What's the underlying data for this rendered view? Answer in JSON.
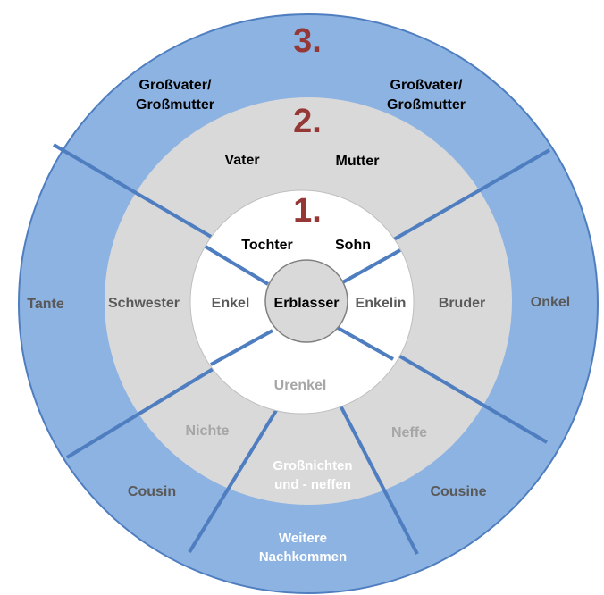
{
  "colors": {
    "outer_ring": "#8db3e2",
    "outer_stroke": "#4f7ec0",
    "middle_ring": "#d9d9d9",
    "inner_ring": "#ffffff",
    "center": "#d9d9d9",
    "order_number": "#953735",
    "dark_text": "#000000",
    "grey_text": "#595959",
    "light_text": "#a6a6a6",
    "white_text": "#ffffff"
  },
  "order_labels": {
    "first": "1.",
    "second": "2.",
    "third": "3."
  },
  "center": {
    "label": "Erblasser"
  },
  "first_order": {
    "daughter": "Tochter",
    "son": "Sohn",
    "grandchild_left": "Enkel",
    "grandchild_right": "Enkelin",
    "great_grandchild": "Urenkel"
  },
  "second_order": {
    "father": "Vater",
    "mother": "Mutter",
    "sister": "Schwester",
    "brother": "Bruder",
    "niece": "Nichte",
    "nephew": "Neffe",
    "grandniece_line1": "Großnichten",
    "grandniece_line2": "und - neffen"
  },
  "third_order": {
    "grandparents_left_line1": "Großvater/",
    "grandparents_left_line2": "Großmutter",
    "grandparents_right_line1": "Großvater/",
    "grandparents_right_line2": "Großmutter",
    "aunt": "Tante",
    "uncle": "Onkel",
    "cousin_left": "Cousin",
    "cousin_right": "Cousine",
    "further_descendants_line1": "Weitere",
    "further_descendants_line2": "Nachkommen"
  }
}
